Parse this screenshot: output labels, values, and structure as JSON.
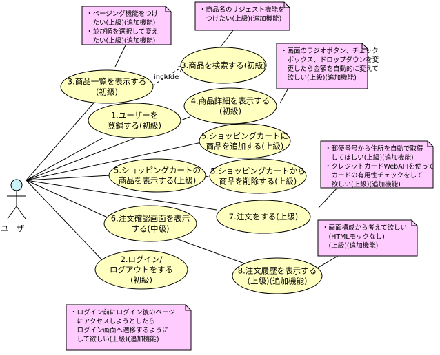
{
  "actor": {
    "label": "ユーザー"
  },
  "include_label": "include",
  "use_cases": [
    {
      "id": "uc-product-list",
      "lines": [
        "3.商品一覧を表示する",
        "(初級)"
      ]
    },
    {
      "id": "uc-search",
      "lines": [
        "3.商品を検索する(初級)"
      ]
    },
    {
      "id": "uc-register",
      "lines": [
        "1.ユーザーを",
        "登録する(初級)"
      ]
    },
    {
      "id": "uc-detail",
      "lines": [
        "4.商品詳細を表示する",
        "(初級)"
      ]
    },
    {
      "id": "uc-cart-add",
      "lines": [
        "5.ショッピングカートに",
        "商品を追加する(上級)"
      ]
    },
    {
      "id": "uc-cart-view",
      "lines": [
        "5.ショッピングカートの",
        "商品を表示する(上級)"
      ]
    },
    {
      "id": "uc-cart-remove",
      "lines": [
        "5.ショッピングカートから",
        "商品を削除する(上級)"
      ]
    },
    {
      "id": "uc-order",
      "lines": [
        "7.注文をする(上級)"
      ]
    },
    {
      "id": "uc-order-confirm",
      "lines": [
        "6.注文確認画面を表示",
        "する(中級)"
      ]
    },
    {
      "id": "uc-login",
      "lines": [
        "2.ログイン/",
        "ログアウトをする",
        "(初級)"
      ]
    },
    {
      "id": "uc-order-history",
      "lines": [
        "8.注文履歴を表示する",
        "(上級)(追加機能)"
      ]
    }
  ],
  "notes": [
    {
      "id": "note-paging",
      "lines": [
        "・ページング機能をつけ",
        "　たい(上級)(追加機能)",
        "・並び順を選択して変え",
        "　たい(上級)(追加機能)"
      ]
    },
    {
      "id": "note-suggest",
      "lines": [
        "・商品名のサジェスト機能を",
        "　つけたい(上級)(追加機能)"
      ]
    },
    {
      "id": "note-auto-price",
      "lines": [
        "・画面のラジオボタン、チェック",
        "　ボックス、ドロップダウンを変",
        "　更したら金額を自動的に変えて",
        "　欲しい(上級)(追加機能)"
      ]
    },
    {
      "id": "note-address",
      "lines": [
        "・郵便番号から住所を自動で取得",
        "　してほしい(上級)(追加機能)",
        "・クレジットカードWebAPIを使って",
        "　カードの有用性チェックをして",
        "　欲しい(上級)(追加機能)"
      ]
    },
    {
      "id": "note-mockup",
      "lines": [
        "・画面構成から考えて欲しい",
        "　(HTMLモックなし)",
        "　(上級)(追加機能)"
      ]
    },
    {
      "id": "note-redirect",
      "lines": [
        "・ログイン前にログイン後のページ",
        "　にアクセスしようとしたら",
        "　ログイン画面へ遷移するように",
        "　して欲しい(上級)(追加機能)"
      ]
    }
  ],
  "colors": {
    "usecase_fill": "#ffffc0",
    "note_fill": "#ffccff",
    "line": "#000000",
    "actor_head": "#c8f2f5"
  }
}
